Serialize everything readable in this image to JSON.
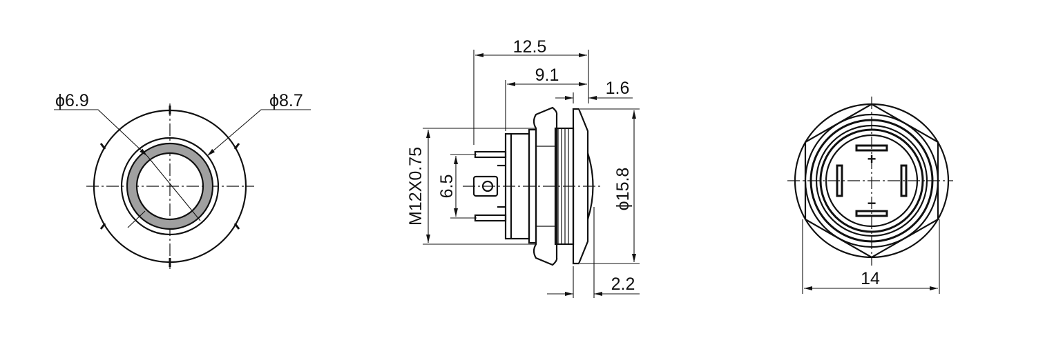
{
  "colors": {
    "line": "#111111",
    "ring": "#a0a0a0",
    "background": "#ffffff"
  },
  "front_view": {
    "dim_inner": "ϕ6.9",
    "dim_outer": "ϕ8.7"
  },
  "side_view": {
    "dim_total_length": "12.5",
    "dim_body_length": "9.1",
    "dim_head_thickness": "1.6",
    "dim_thread": "M12X0.75",
    "dim_pin_spacing": "6.5",
    "dim_head_diameter": "ϕ15.8",
    "dim_dome_height": "2.2"
  },
  "rear_view": {
    "dim_hex_width": "14",
    "symbol_plus": "+",
    "symbol_minus": "−"
  }
}
